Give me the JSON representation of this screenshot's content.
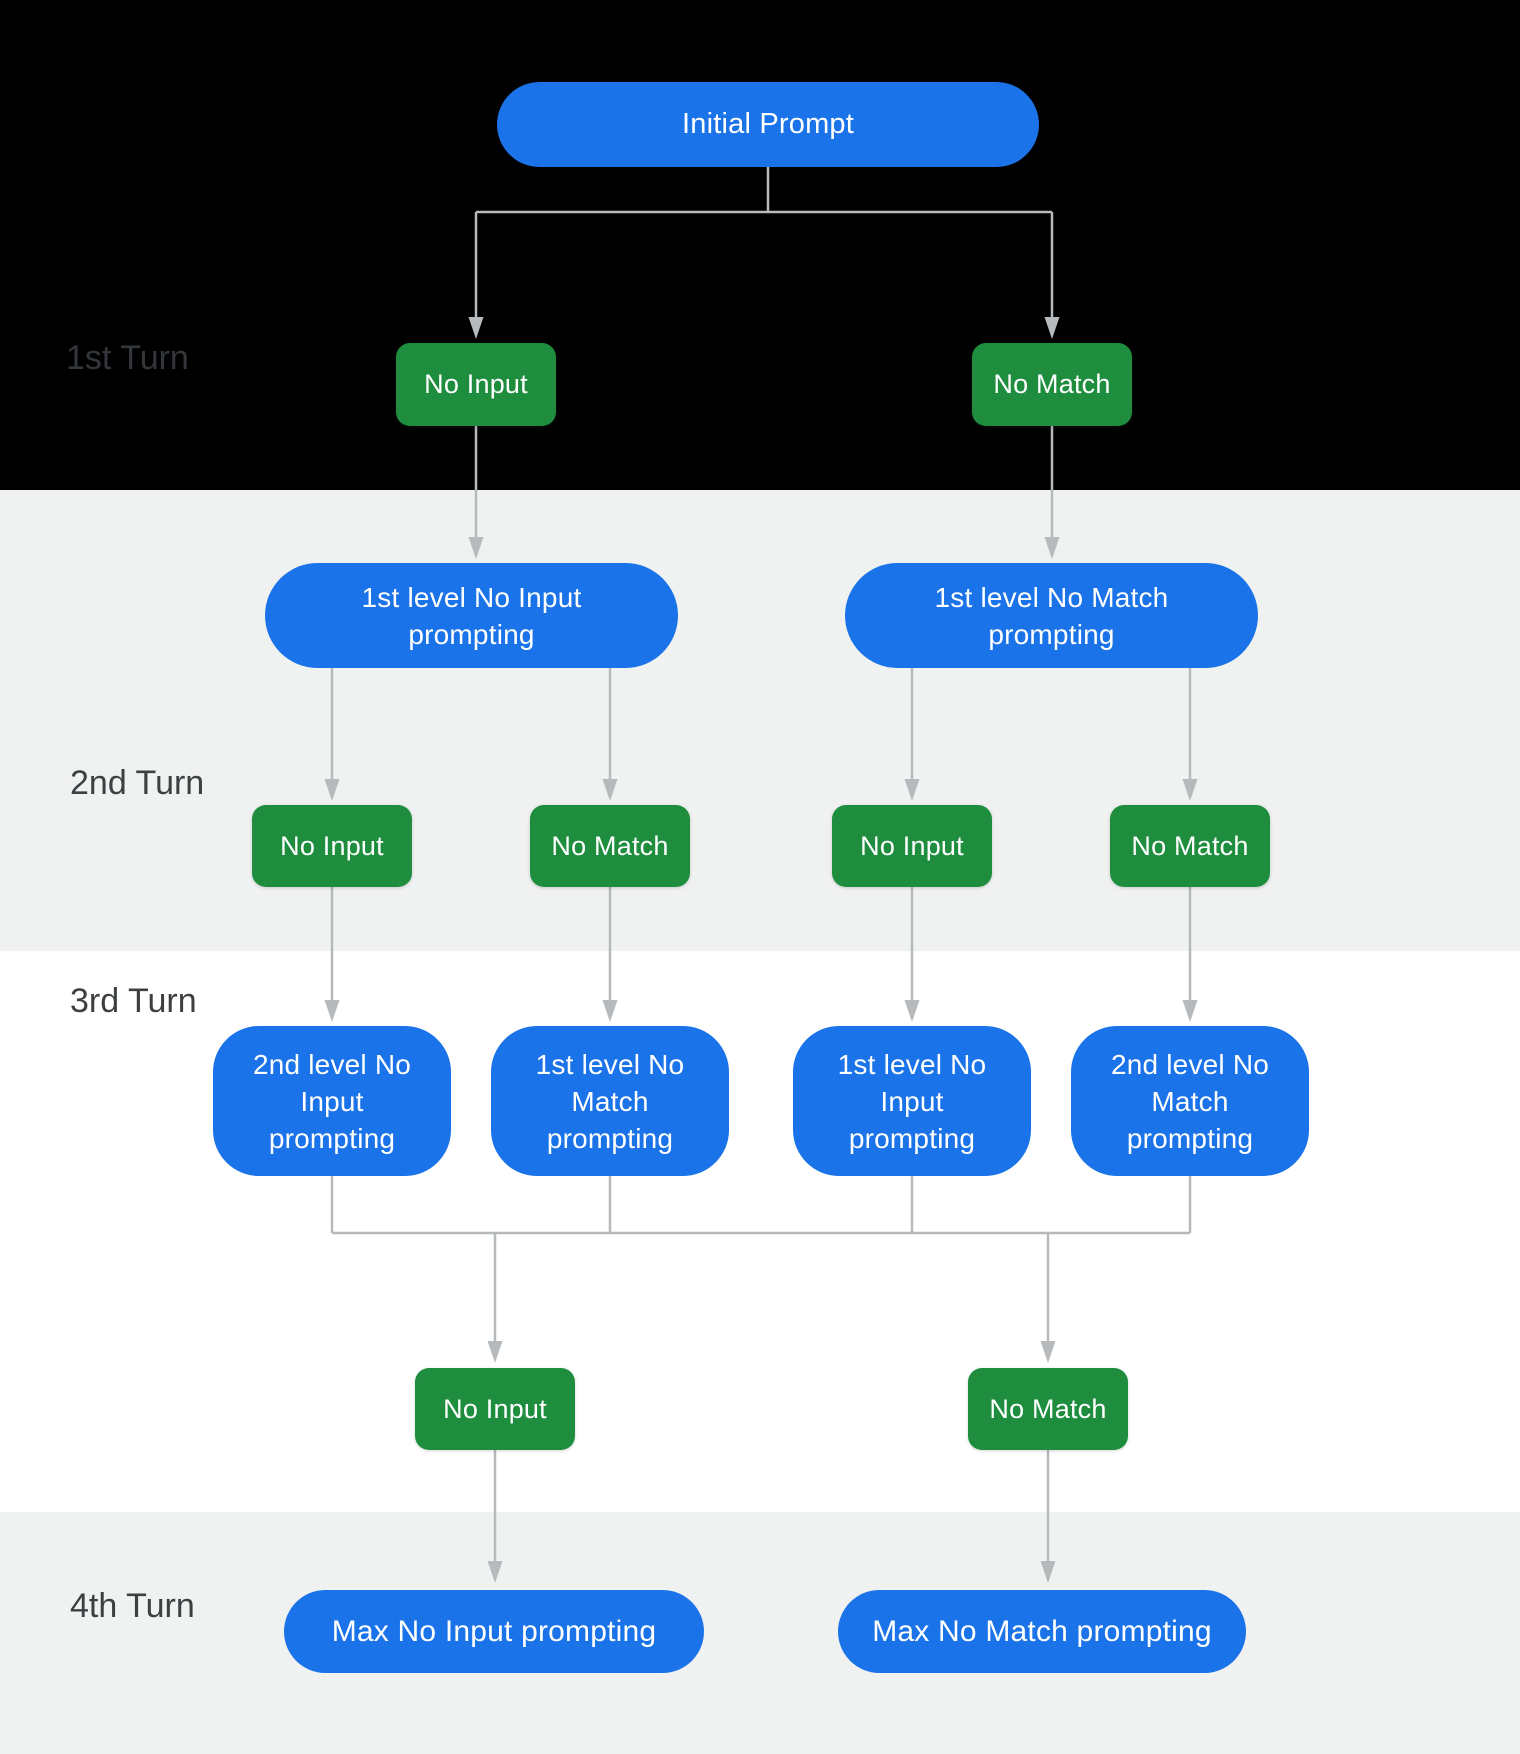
{
  "colors": {
    "blue": "#1a73e8",
    "green": "#1e8e3e",
    "line": "#b6babd",
    "label": "#3c4043",
    "label_on_dark": "#33373b",
    "bg_black": "#000000",
    "bg_gray": "#f0f1f1",
    "bg_white": "#ffffff"
  },
  "turns": [
    {
      "label": "1st Turn"
    },
    {
      "label": "2nd Turn"
    },
    {
      "label": "3rd Turn"
    },
    {
      "label": "4th Turn"
    }
  ],
  "nodes": {
    "initial": {
      "label": "Initial Prompt"
    },
    "turn1": {
      "no_input": "No Input",
      "no_match": "No Match"
    },
    "level1": {
      "no_input_prompting": "1st level No Input prompting",
      "no_match_prompting": "1st level No Match prompting"
    },
    "turn2": {
      "no_input_a": "No Input",
      "no_match_a": "No Match",
      "no_input_b": "No Input",
      "no_match_b": "No Match"
    },
    "turn3": {
      "level2_no_input_prompting": "2nd level No Input prompting",
      "level1_no_match_prompting": "1st level No Match prompting",
      "level1_no_input_prompting": "1st level No Input prompting",
      "level2_no_match_prompting": "2nd level No Match prompting",
      "no_input": "No Input",
      "no_match": "No Match"
    },
    "turn4": {
      "max_no_input": "Max No Input prompting",
      "max_no_match": "Max No Match prompting"
    }
  }
}
